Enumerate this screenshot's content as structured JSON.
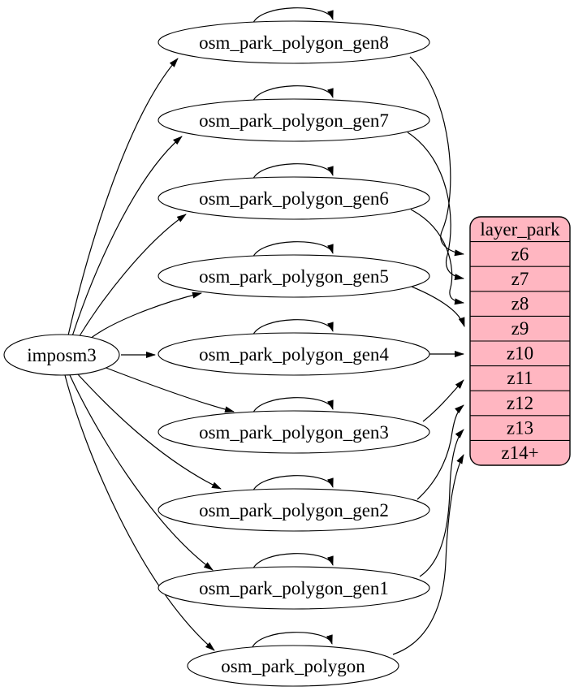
{
  "diagram": {
    "source_label": "imposm3",
    "tables": [
      "osm_park_polygon_gen8",
      "osm_park_polygon_gen7",
      "osm_park_polygon_gen6",
      "osm_park_polygon_gen5",
      "osm_park_polygon_gen4",
      "osm_park_polygon_gen3",
      "osm_park_polygon_gen2",
      "osm_park_polygon_gen1",
      "osm_park_polygon"
    ],
    "layer": {
      "title": "layer_park",
      "rows": [
        "z6",
        "z7",
        "z8",
        "z9",
        "z10",
        "z11",
        "z12",
        "z13",
        "z14+"
      ]
    },
    "edges": [
      {
        "from": "imposm3",
        "to": "osm_park_polygon_gen8"
      },
      {
        "from": "imposm3",
        "to": "osm_park_polygon_gen7"
      },
      {
        "from": "imposm3",
        "to": "osm_park_polygon_gen6"
      },
      {
        "from": "imposm3",
        "to": "osm_park_polygon_gen5"
      },
      {
        "from": "imposm3",
        "to": "osm_park_polygon_gen4"
      },
      {
        "from": "imposm3",
        "to": "osm_park_polygon_gen3"
      },
      {
        "from": "imposm3",
        "to": "osm_park_polygon_gen2"
      },
      {
        "from": "imposm3",
        "to": "osm_park_polygon_gen1"
      },
      {
        "from": "imposm3",
        "to": "osm_park_polygon"
      },
      {
        "from": "osm_park_polygon_gen8",
        "to": "osm_park_polygon_gen8",
        "type": "self-loop"
      },
      {
        "from": "osm_park_polygon_gen7",
        "to": "osm_park_polygon_gen7",
        "type": "self-loop"
      },
      {
        "from": "osm_park_polygon_gen6",
        "to": "osm_park_polygon_gen6",
        "type": "self-loop"
      },
      {
        "from": "osm_park_polygon_gen5",
        "to": "osm_park_polygon_gen5",
        "type": "self-loop"
      },
      {
        "from": "osm_park_polygon_gen4",
        "to": "osm_park_polygon_gen4",
        "type": "self-loop"
      },
      {
        "from": "osm_park_polygon_gen3",
        "to": "osm_park_polygon_gen3",
        "type": "self-loop"
      },
      {
        "from": "osm_park_polygon_gen2",
        "to": "osm_park_polygon_gen2",
        "type": "self-loop"
      },
      {
        "from": "osm_park_polygon_gen1",
        "to": "osm_park_polygon_gen1",
        "type": "self-loop"
      },
      {
        "from": "osm_park_polygon",
        "to": "osm_park_polygon",
        "type": "self-loop"
      },
      {
        "from": "osm_park_polygon_gen8",
        "to": "layer_park.z6"
      },
      {
        "from": "osm_park_polygon_gen7",
        "to": "layer_park.z7"
      },
      {
        "from": "osm_park_polygon_gen6",
        "to": "layer_park.z8"
      },
      {
        "from": "osm_park_polygon_gen5",
        "to": "layer_park.z9"
      },
      {
        "from": "osm_park_polygon_gen4",
        "to": "layer_park.z10"
      },
      {
        "from": "osm_park_polygon_gen3",
        "to": "layer_park.z11"
      },
      {
        "from": "osm_park_polygon_gen2",
        "to": "layer_park.z12"
      },
      {
        "from": "osm_park_polygon_gen1",
        "to": "layer_park.z13"
      },
      {
        "from": "osm_park_polygon",
        "to": "layer_park.z14+"
      }
    ],
    "colors": {
      "layer_fill": "#ffb6c1",
      "node_fill": "#ffffff",
      "stroke": "#000000",
      "background": "#ffffff"
    }
  }
}
